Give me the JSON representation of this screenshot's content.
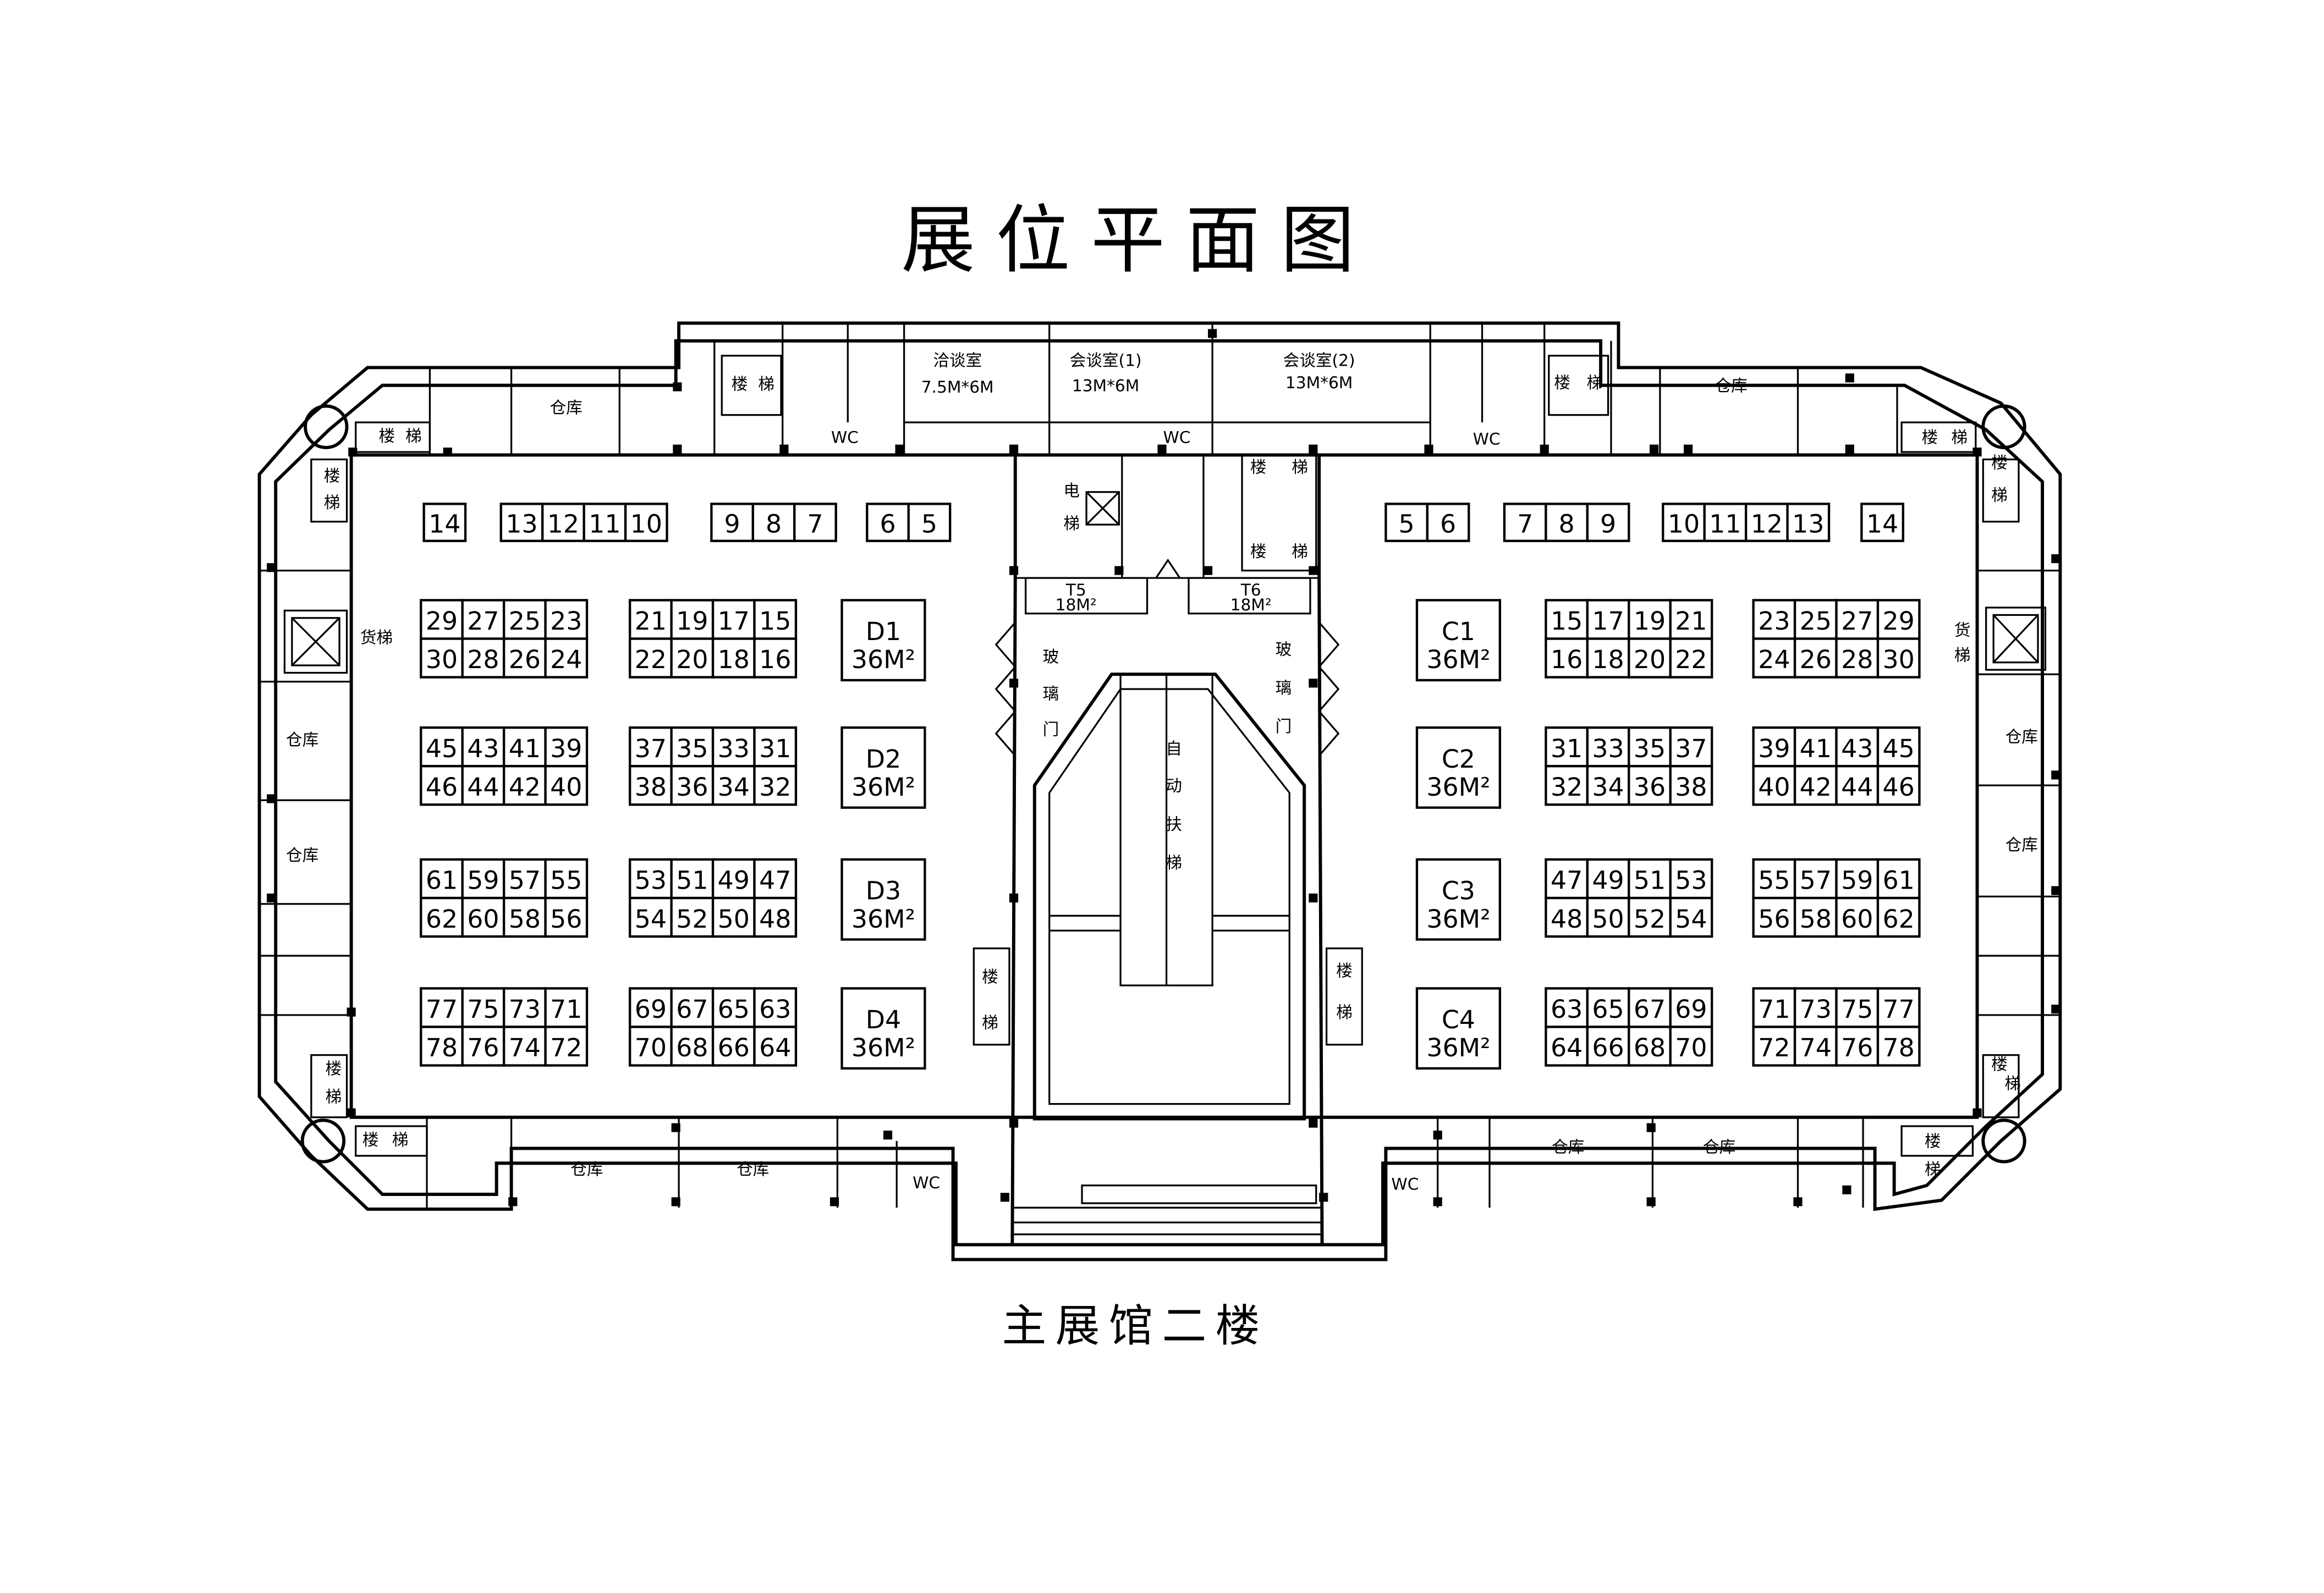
{
  "title": "展位平面图",
  "subtitle": "主展馆二楼",
  "rooms": {
    "negotiation": "洽谈室",
    "negotiation_size": "7.5M*6M",
    "meeting1": "会谈室(1)",
    "meeting1_size": "13M*6M",
    "meeting2": "会谈室(2)",
    "meeting2_size": "13M*6M",
    "warehouse": "仓库",
    "wc": "WC",
    "elevator_label": [
      "电",
      "梯"
    ],
    "freight_elevator": "货梯",
    "glass_door": [
      "玻",
      "璃",
      "门"
    ],
    "escalator": [
      "自",
      "动",
      "扶",
      "梯"
    ],
    "stair": [
      "楼",
      "梯"
    ],
    "t5": "T5",
    "t6": "T6",
    "t_size": "18M²"
  },
  "big_booths_left": [
    {
      "id": "D1",
      "size": "36M²"
    },
    {
      "id": "D2",
      "size": "36M²"
    },
    {
      "id": "D3",
      "size": "36M²"
    },
    {
      "id": "D4",
      "size": "36M²"
    }
  ],
  "big_booths_right": [
    {
      "id": "C1",
      "size": "36M²"
    },
    {
      "id": "C2",
      "size": "36M²"
    },
    {
      "id": "C3",
      "size": "36M²"
    },
    {
      "id": "C4",
      "size": "36M²"
    }
  ],
  "wall_booths_left": [
    [
      "14"
    ],
    [
      "13",
      "12",
      "11",
      "10"
    ],
    [
      "9",
      "8",
      "7"
    ],
    [
      "6",
      "5"
    ]
  ],
  "wall_booths_right": [
    [
      "5",
      "6"
    ],
    [
      "7",
      "8",
      "9"
    ],
    [
      "10",
      "11",
      "12",
      "13"
    ],
    [
      "14"
    ]
  ],
  "left_blocks_outer": [
    [
      [
        "29",
        "27",
        "25",
        "23"
      ],
      [
        "30",
        "28",
        "26",
        "24"
      ]
    ],
    [
      [
        "45",
        "43",
        "41",
        "39"
      ],
      [
        "46",
        "44",
        "42",
        "40"
      ]
    ],
    [
      [
        "61",
        "59",
        "57",
        "55"
      ],
      [
        "62",
        "60",
        "58",
        "56"
      ]
    ],
    [
      [
        "77",
        "75",
        "73",
        "71"
      ],
      [
        "78",
        "76",
        "74",
        "72"
      ]
    ]
  ],
  "left_blocks_inner": [
    [
      [
        "21",
        "19",
        "17",
        "15"
      ],
      [
        "22",
        "20",
        "18",
        "16"
      ]
    ],
    [
      [
        "37",
        "35",
        "33",
        "31"
      ],
      [
        "38",
        "36",
        "34",
        "32"
      ]
    ],
    [
      [
        "53",
        "51",
        "49",
        "47"
      ],
      [
        "54",
        "52",
        "50",
        "48"
      ]
    ],
    [
      [
        "69",
        "67",
        "65",
        "63"
      ],
      [
        "70",
        "68",
        "66",
        "64"
      ]
    ]
  ],
  "right_blocks_inner": [
    [
      [
        "15",
        "17",
        "19",
        "21"
      ],
      [
        "16",
        "18",
        "20",
        "22"
      ]
    ],
    [
      [
        "31",
        "33",
        "35",
        "37"
      ],
      [
        "32",
        "34",
        "36",
        "38"
      ]
    ],
    [
      [
        "47",
        "49",
        "51",
        "53"
      ],
      [
        "48",
        "50",
        "52",
        "54"
      ]
    ],
    [
      [
        "63",
        "65",
        "67",
        "69"
      ],
      [
        "64",
        "66",
        "68",
        "70"
      ]
    ]
  ],
  "right_blocks_outer": [
    [
      [
        "23",
        "25",
        "27",
        "29"
      ],
      [
        "24",
        "26",
        "28",
        "30"
      ]
    ],
    [
      [
        "39",
        "41",
        "43",
        "45"
      ],
      [
        "40",
        "42",
        "44",
        "46"
      ]
    ],
    [
      [
        "55",
        "57",
        "59",
        "61"
      ],
      [
        "56",
        "58",
        "60",
        "62"
      ]
    ],
    [
      [
        "71",
        "73",
        "75",
        "77"
      ],
      [
        "72",
        "74",
        "76",
        "78"
      ]
    ]
  ]
}
